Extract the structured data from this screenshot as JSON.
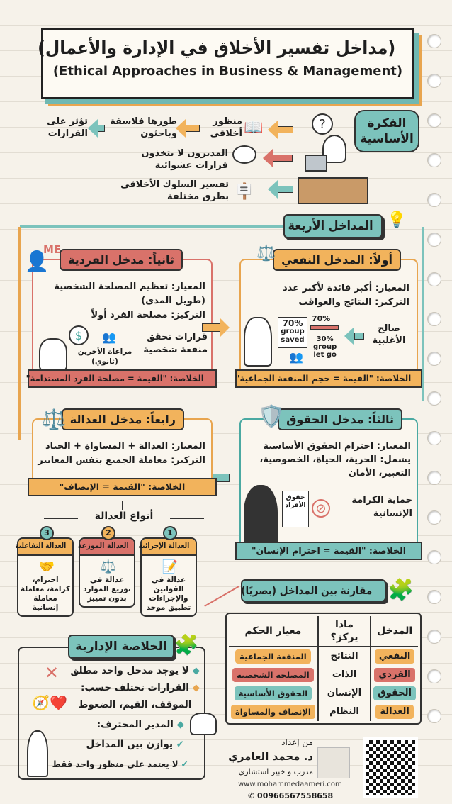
{
  "title": {
    "ar": "(مداخل تفسير الأخلاق في الإدارة والأعمال)",
    "en": "(Ethical Approaches in Business & Management)"
  },
  "core_idea": {
    "label": "الفكرة الأساسية",
    "flow": [
      {
        "a": "منظور أخلاقي",
        "b": "طورها فلاسفة وباحثون",
        "c": "تؤثر على القرارات"
      },
      {
        "a": "المديرون لا يتخذون قرارات عشوائية"
      },
      {
        "a": "تفسير السلوك الأخلاقي بطرق مختلفة"
      }
    ]
  },
  "four_label": "المداخل الأربعة",
  "approaches": {
    "utility": {
      "title": "أولاً: المدخل النفعي",
      "lines": [
        "المعيار: أكبر فائدة لأكبر عدد",
        "التركيز: النتائج والعواقب"
      ],
      "board": [
        "70%",
        "group",
        "saved"
      ],
      "arrow_top": "70%",
      "arrow_bottom": [
        "30%",
        "group",
        "let go"
      ],
      "result": "صالح الأغلبية",
      "summary": "الخلاصة: \"القيمة = حجم المنفعة الجماعية\""
    },
    "individual": {
      "title": "ثانياً: مدخل الفردية",
      "badge": "ME",
      "lines": [
        "المعيار: تعظيم المصلحة الشخصية",
        "(طويل المدى)",
        "التركيز: مصلحة الفرد أولاً"
      ],
      "decision": "قرارات تحقق منفعة شخصية",
      "others": "مراعاة الأخرين (ثانوي)",
      "summary": "الخلاصة: \"القيمة = مصلحة الفرد المستدامة\""
    },
    "rights": {
      "title": "ثالثاً: مدخل الحقوق",
      "lines": [
        "المعيار: احترام الحقوق الأساسية",
        "يشمل: الحرية، الحياة، الخصوصية،",
        "التعبير، الأمان"
      ],
      "clipboard": "حقوق الأفراد",
      "dignity": "حماية الكرامة الإنسانية",
      "summary": "الخلاصة: \"القيمة = احترام الإنسان\""
    },
    "justice": {
      "title": "رابعاً: مدخل العدالة",
      "lines": [
        "المعيار: العدالة + المساواة + الحياد",
        "التركيز: معاملة الجميع بنفس المعايير"
      ],
      "summary": "الخلاصة: \"القيمة = الإنصاف\""
    }
  },
  "justice_types": {
    "label": "أنواع العدالة",
    "items": [
      {
        "n": "1",
        "title": "العدالة الإجرائية",
        "text": "عدالة في القوانين والإجراءات تطبيق موحد"
      },
      {
        "n": "2",
        "title": "العدالة الموزعة",
        "text": "عدالة في توزيع الموارد بدون تمييز"
      },
      {
        "n": "3",
        "title": "العدالة التفاعلية",
        "text": "احترام، كرامة، معاملة معاملة إنسانية"
      }
    ]
  },
  "comparison": {
    "label": "مقارنة بين المداخل (بصريًا)",
    "headers": [
      "المدخل",
      "ماذا يركز؟",
      "معيار الحكم"
    ],
    "rows": [
      [
        "النفعي",
        "النتائج",
        "المنفعة الجماعية"
      ],
      [
        "الفردي",
        "الذات",
        "المصلحة الشخصية"
      ],
      [
        "الحقوق",
        "الإنسان",
        "الحقوق الأساسية"
      ],
      [
        "العدالة",
        "النظام",
        "الإنصاف والمساواة"
      ]
    ]
  },
  "summary": {
    "label": "الخلاصة الإدارية",
    "p1": "لا يوجد مدخل واحد مطلق",
    "p2": "القرارات تختلف حسب:",
    "p2b": "الموقف، القيم، الضغوط",
    "p3": "المدير المحترف:",
    "c1": "يوازن بين المداخل",
    "c2": "لا يعتمد على منظور واحد فقط"
  },
  "author": {
    "by": "من إعداد",
    "name": "د. محمد العامري",
    "role": "مدرب و خبير استشاري",
    "site": "www.mohammedaameri.com",
    "phone": "00966567558658"
  },
  "colors": {
    "teal": "#7cc3bc",
    "orange": "#f2b35c",
    "red": "#d9726a",
    "dark": "#222222"
  }
}
